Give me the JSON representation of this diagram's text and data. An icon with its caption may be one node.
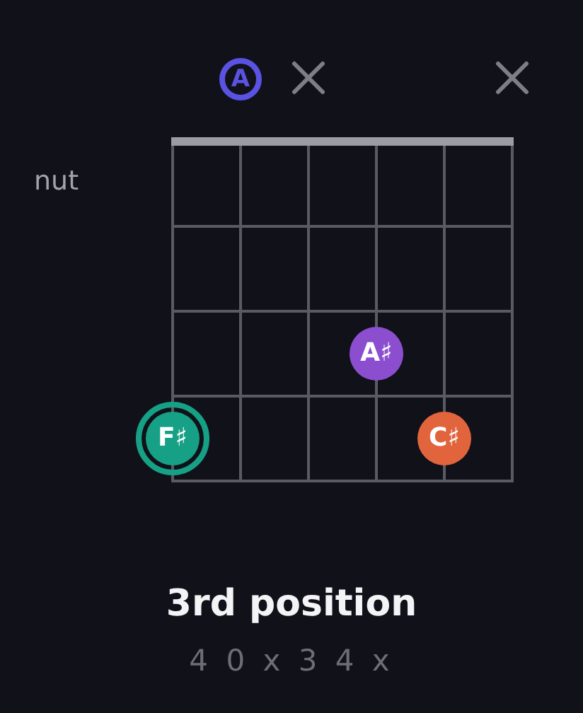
{
  "diagram": {
    "title": "3rd position",
    "nodes": [
      {
        "text": [
          "A"
        ]
      },
      {
        "text": [
          "A♯"
        ]
      },
      {
        "text": [
          "F♯"
        ]
      },
      {
        "text": [
          "C♯"
        ]
      }
    ],
    "labels": [
      "nut",
      "4 0 x 3 4 x"
    ]
  }
}
